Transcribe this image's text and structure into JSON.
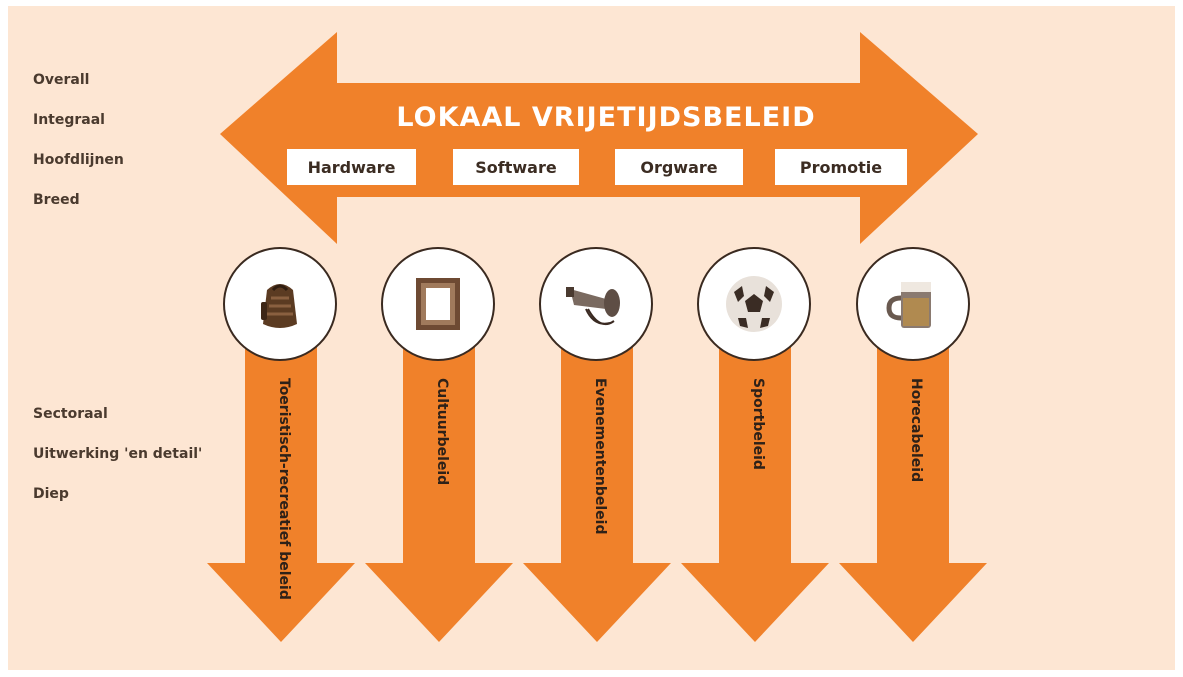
{
  "diagram": {
    "title": "LOKAAL VRIJETIJDSBELEID",
    "top_side_labels": [
      "Overall",
      "Integraal",
      "Hoofdlijnen",
      "Breed"
    ],
    "bottom_side_labels": [
      "Sectoraal",
      "Uitwerking 'en detail'",
      "Diep"
    ],
    "categories": [
      "Hardware",
      "Software",
      "Orgware",
      "Promotie"
    ],
    "sectors": [
      {
        "label": "Toeristisch-recreatief beleid",
        "icon": "backpack-icon"
      },
      {
        "label": "Cultuurbeleid",
        "icon": "picture-frame-icon"
      },
      {
        "label": "Evenementenbeleid",
        "icon": "megaphone-icon"
      },
      {
        "label": "Sportbeleid",
        "icon": "soccer-ball-icon"
      },
      {
        "label": "Horecabeleid",
        "icon": "beer-mug-icon"
      }
    ],
    "colors": {
      "background": "#fde6d3",
      "arrow": "#f0812a",
      "text_dark": "#4a3a2e",
      "title_text": "#ffffff"
    }
  }
}
